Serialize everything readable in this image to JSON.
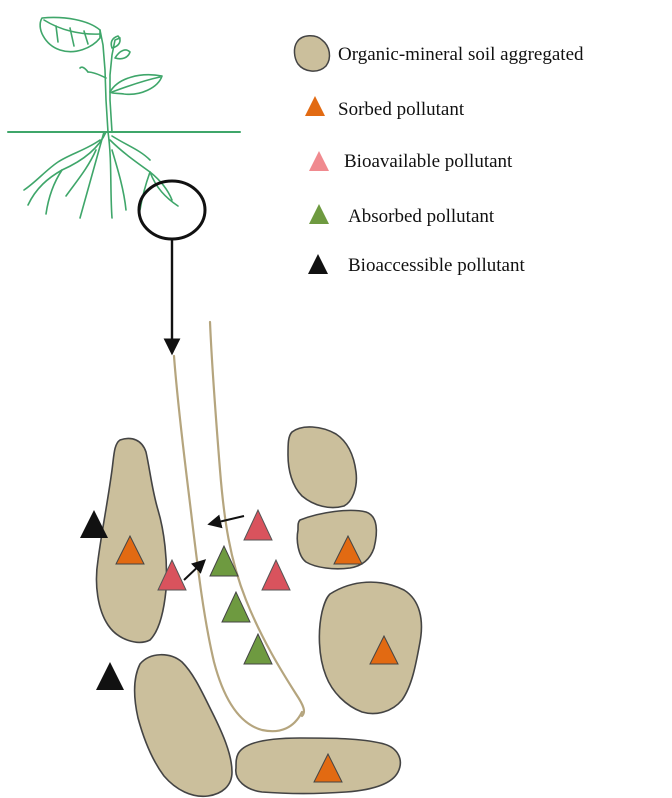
{
  "legend": {
    "items": [
      {
        "shape": "aggregate",
        "color": "#cbbf9c",
        "label": "Organic-mineral soil aggregated"
      },
      {
        "shape": "triangle",
        "color": "#e26a12",
        "label": "Sorbed pollutant"
      },
      {
        "shape": "triangle",
        "color": "#f08a8f",
        "label": "Bioavailable pollutant"
      },
      {
        "shape": "triangle",
        "color": "#6e9a40",
        "label": "Absorbed pollutant"
      },
      {
        "shape": "triangle",
        "color": "#111111",
        "label": "Bioaccessible pollutant"
      }
    ]
  },
  "colors": {
    "plant": "#3fa66a",
    "aggregate_fill": "#cbbf9c",
    "aggregate_stroke": "#444444",
    "root_outline": "#b5a57e",
    "bioavailable_in_soil": "#d9535d",
    "arrow": "#111111"
  }
}
